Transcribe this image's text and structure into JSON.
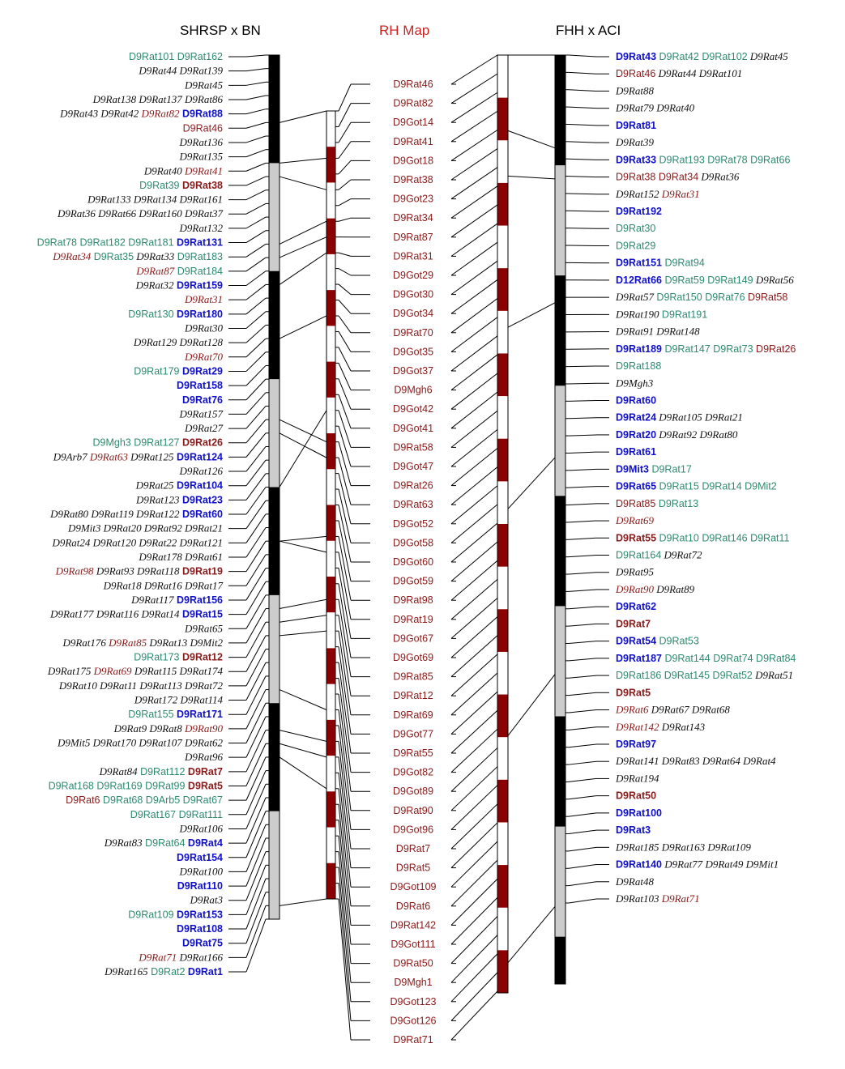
{
  "colors": {
    "green": "#2e8b6e",
    "red": "#8b1a1a",
    "blue": "#1010cc",
    "black": "#111111",
    "band_dark": "#000000",
    "band_light": "#cccccc",
    "rh_band": "#8b0000",
    "title_red": "#cc2222"
  },
  "titles": {
    "left": "SHRSP x BN",
    "center": "RH Map",
    "right": "FHH x ACI"
  },
  "left_chrom": {
    "bands": [
      "d",
      "d",
      "d",
      "d",
      "d",
      "d",
      "d",
      "d",
      "l",
      "l",
      "l",
      "l",
      "l",
      "l",
      "l",
      "l",
      "d",
      "d",
      "d",
      "d",
      "d",
      "d",
      "d",
      "d",
      "l",
      "l",
      "l",
      "l",
      "l",
      "l",
      "l",
      "l",
      "d",
      "d",
      "d",
      "d",
      "d",
      "d",
      "d",
      "d",
      "l",
      "l",
      "l",
      "l",
      "l",
      "l",
      "l",
      "l",
      "d",
      "d",
      "d",
      "d",
      "d",
      "d",
      "d",
      "d",
      "l",
      "l",
      "l",
      "l",
      "l",
      "l",
      "l",
      "l"
    ]
  },
  "left_markers": [
    [
      [
        "D9Rat101",
        "g"
      ],
      [
        "D9Rat162",
        "g"
      ]
    ],
    [
      [
        "D9Rat44",
        "i"
      ],
      [
        "D9Rat139",
        "i"
      ]
    ],
    [
      [
        "D9Rat45",
        "i"
      ]
    ],
    [
      [
        "D9Rat138",
        "i"
      ],
      [
        "D9Rat137",
        "i"
      ],
      [
        "D9Rat86",
        "i"
      ]
    ],
    [
      [
        "D9Rat43",
        "i"
      ],
      [
        "D9Rat42",
        "i"
      ],
      [
        "D9Rat82",
        "ri"
      ],
      [
        "D9Rat88",
        "b"
      ]
    ],
    [
      [
        "D9Rat46",
        "r"
      ]
    ],
    [
      [
        "D9Rat136",
        "i"
      ]
    ],
    [
      [
        "D9Rat135",
        "i"
      ]
    ],
    [
      [
        "D9Rat40",
        "i"
      ],
      [
        "D9Rat41",
        "ri"
      ]
    ],
    [
      [
        "D9Rat39",
        "g"
      ],
      [
        "D9Rat38",
        "rb"
      ]
    ],
    [
      [
        "D9Rat133",
        "i"
      ],
      [
        "D9Rat134",
        "i"
      ],
      [
        "D9Rat161",
        "i"
      ]
    ],
    [
      [
        "D9Rat36",
        "i"
      ],
      [
        "D9Rat66",
        "i"
      ],
      [
        "D9Rat160",
        "i"
      ],
      [
        "D9Rat37",
        "i"
      ]
    ],
    [
      [
        "D9Rat132",
        "i"
      ]
    ],
    [
      [
        "D9Rat78",
        "g"
      ],
      [
        "D9Rat182",
        "g"
      ],
      [
        "D9Rat181",
        "g"
      ],
      [
        "D9Rat131",
        "b"
      ]
    ],
    [
      [
        "D9Rat34",
        "ri"
      ],
      [
        "D9Rat35",
        "g"
      ],
      [
        "D9Rat33",
        "i"
      ],
      [
        "D9Rat183",
        "g"
      ]
    ],
    [
      [
        "D9Rat87",
        "ri"
      ],
      [
        "D9Rat184",
        "g"
      ]
    ],
    [
      [
        "D9Rat32",
        "i"
      ],
      [
        "D9Rat159",
        "b"
      ]
    ],
    [
      [
        "D9Rat31",
        "ri"
      ]
    ],
    [
      [
        "D9Rat130",
        "g"
      ],
      [
        "D9Rat180",
        "b"
      ]
    ],
    [
      [
        "D9Rat30",
        "i"
      ]
    ],
    [
      [
        "D9Rat129",
        "i"
      ],
      [
        "D9Rat128",
        "i"
      ]
    ],
    [
      [
        "D9Rat70",
        "ri"
      ]
    ],
    [
      [
        "D9Rat179",
        "g"
      ],
      [
        "D9Rat29",
        "b"
      ]
    ],
    [
      [
        "D9Rat158",
        "b"
      ]
    ],
    [
      [
        "D9Rat76",
        "b"
      ]
    ],
    [
      [
        "D9Rat157",
        "i"
      ]
    ],
    [
      [
        "D9Rat27",
        "i"
      ]
    ],
    [
      [
        "D9Mgh3",
        "g"
      ],
      [
        "D9Rat127",
        "g"
      ],
      [
        "D9Rat26",
        "rb"
      ]
    ],
    [
      [
        "D9Arb7",
        "i"
      ],
      [
        "D9Rat63",
        "ri"
      ],
      [
        "D9Rat125",
        "i"
      ],
      [
        "D9Rat124",
        "b"
      ]
    ],
    [
      [
        "D9Rat126",
        "i"
      ]
    ],
    [
      [
        "D9Rat25",
        "i"
      ],
      [
        "D9Rat104",
        "b"
      ]
    ],
    [
      [
        "D9Rat123",
        "i"
      ],
      [
        "D9Rat23",
        "b"
      ]
    ],
    [
      [
        "D9Rat80",
        "i"
      ],
      [
        "D9Rat119",
        "i"
      ],
      [
        "D9Rat122",
        "i"
      ],
      [
        "D9Rat60",
        "b"
      ]
    ],
    [
      [
        "D9Mit3",
        "i"
      ],
      [
        "D9Rat20",
        "i"
      ],
      [
        "D9Rat92",
        "i"
      ],
      [
        "D9Rat21",
        "i"
      ]
    ],
    [
      [
        "D9Rat24",
        "i"
      ],
      [
        "D9Rat120",
        "i"
      ],
      [
        "D9Rat22",
        "i"
      ],
      [
        "D9Rat121",
        "i"
      ]
    ],
    [
      [
        "D9Rat178",
        "i"
      ],
      [
        "D9Rat61",
        "i"
      ]
    ],
    [
      [
        "D9Rat98",
        "ri"
      ],
      [
        "D9Rat93",
        "i"
      ],
      [
        "D9Rat118",
        "i"
      ],
      [
        "D9Rat19",
        "rb"
      ]
    ],
    [
      [
        "D9Rat18",
        "i"
      ],
      [
        "D9Rat16",
        "i"
      ],
      [
        "D9Rat17",
        "i"
      ]
    ],
    [
      [
        "D9Rat117",
        "i"
      ],
      [
        "D9Rat156",
        "b"
      ]
    ],
    [
      [
        "D9Rat177",
        "i"
      ],
      [
        "D9Rat116",
        "i"
      ],
      [
        "D9Rat14",
        "i"
      ],
      [
        "D9Rat15",
        "b"
      ]
    ],
    [
      [
        "D9Rat65",
        "i"
      ]
    ],
    [
      [
        "D9Rat176",
        "i"
      ],
      [
        "D9Rat85",
        "ri"
      ],
      [
        "D9Rat13",
        "i"
      ],
      [
        "D9Mit2",
        "i"
      ]
    ],
    [
      [
        "D9Rat173",
        "g"
      ],
      [
        "D9Rat12",
        "rb"
      ]
    ],
    [
      [
        "D9Rat175",
        "i"
      ],
      [
        "D9Rat69",
        "ri"
      ],
      [
        "D9Rat115",
        "i"
      ],
      [
        "D9Rat174",
        "i"
      ]
    ],
    [
      [
        "D9Rat10",
        "i"
      ],
      [
        "D9Rat11",
        "i"
      ],
      [
        "D9Rat113",
        "i"
      ],
      [
        "D9Rat72",
        "i"
      ]
    ],
    [
      [
        "D9Rat172",
        "i"
      ],
      [
        "D9Rat114",
        "i"
      ]
    ],
    [
      [
        "D9Rat155",
        "g"
      ],
      [
        "D9Rat171",
        "b"
      ]
    ],
    [
      [
        "D9Rat9",
        "i"
      ],
      [
        "D9Rat8",
        "i"
      ],
      [
        "D9Rat90",
        "ri"
      ]
    ],
    [
      [
        "D9Mit5",
        "i"
      ],
      [
        "D9Rat170",
        "i"
      ],
      [
        "D9Rat107",
        "i"
      ],
      [
        "D9Rat62",
        "i"
      ]
    ],
    [
      [
        "D9Rat96",
        "i"
      ]
    ],
    [
      [
        "D9Rat84",
        "i"
      ],
      [
        "D9Rat112",
        "g"
      ],
      [
        "D9Rat7",
        "rb"
      ]
    ],
    [
      [
        "D9Rat168",
        "g"
      ],
      [
        "D9Rat169",
        "g"
      ],
      [
        "D9Rat99",
        "g"
      ],
      [
        "D9Rat5",
        "rb"
      ]
    ],
    [
      [
        "D9Rat6",
        "r"
      ],
      [
        "D9Rat68",
        "g"
      ],
      [
        "D9Arb5",
        "g"
      ],
      [
        "D9Rat67",
        "g"
      ]
    ],
    [
      [
        "D9Rat167",
        "g"
      ],
      [
        "D9Rat111",
        "g"
      ]
    ],
    [
      [
        "D9Rat106",
        "i"
      ]
    ],
    [
      [
        "D9Rat83",
        "i"
      ],
      [
        "D9Rat64",
        "g"
      ],
      [
        "D9Rat4",
        "b"
      ]
    ],
    [
      [
        "D9Rat154",
        "b"
      ]
    ],
    [
      [
        "D9Rat100",
        "i"
      ]
    ],
    [
      [
        "D9Rat110",
        "b"
      ]
    ],
    [
      [
        "D9Rat3",
        "i"
      ]
    ],
    [
      [
        "D9Rat109",
        "g"
      ],
      [
        "D9Rat153",
        "b"
      ]
    ],
    [
      [
        "D9Rat108",
        "b"
      ]
    ],
    [
      [
        "D9Rat75",
        "b"
      ]
    ],
    [
      [
        "D9Rat71",
        "ri"
      ],
      [
        "D9Rat166",
        "i"
      ]
    ],
    [
      [
        "D9Rat165",
        "i"
      ],
      [
        "D9Rat2",
        "g"
      ],
      [
        "D9Rat1",
        "b"
      ]
    ]
  ],
  "rh_markers": [
    "D9Rat46",
    "D9Rat82",
    "D9Got14",
    "D9Rat41",
    "D9Got18",
    "D9Rat38",
    "D9Got23",
    "D9Rat34",
    "D9Rat87",
    "D9Rat31",
    "D9Got29",
    "D9Got30",
    "D9Got34",
    "D9Rat70",
    "D9Got35",
    "D9Got37",
    "D9Mgh6",
    "D9Got42",
    "D9Got41",
    "D9Rat58",
    "D9Got47",
    "D9Rat26",
    "D9Rat63",
    "D9Got52",
    "D9Got58",
    "D9Got60",
    "D9Got59",
    "D9Rat98",
    "D9Rat19",
    "D9Got67",
    "D9Got69",
    "D9Rat85",
    "D9Rat12",
    "D9Rat69",
    "D9Got77",
    "D9Rat55",
    "D9Got82",
    "D9Got89",
    "D9Rat90",
    "D9Got96",
    "D9Rat7",
    "D9Rat5",
    "D9Got109",
    "D9Rat6",
    "D9Rat142",
    "D9Got111",
    "D9Rat50",
    "D9Mgh1",
    "D9Got123",
    "D9Got126",
    "D9Rat71"
  ],
  "right_markers": [
    [
      [
        "D9Rat43",
        "b"
      ],
      [
        "D9Rat42",
        "g"
      ],
      [
        "D9Rat102",
        "g"
      ],
      [
        "D9Rat45",
        "i"
      ]
    ],
    [
      [
        "D9Rat46",
        "r"
      ],
      [
        "D9Rat44",
        "i"
      ],
      [
        "D9Rat101",
        "i"
      ]
    ],
    [
      [
        "D9Rat88",
        "i"
      ]
    ],
    [
      [
        "D9Rat79",
        "i"
      ],
      [
        "D9Rat40",
        "i"
      ]
    ],
    [
      [
        "D9Rat81",
        "b"
      ]
    ],
    [
      [
        "D9Rat39",
        "i"
      ]
    ],
    [
      [
        "D9Rat33",
        "b"
      ],
      [
        "D9Rat193",
        "g"
      ],
      [
        "D9Rat78",
        "g"
      ],
      [
        "D9Rat66",
        "g"
      ]
    ],
    [
      [
        "D9Rat38",
        "r"
      ],
      [
        "D9Rat34",
        "r"
      ],
      [
        "D9Rat36",
        "i"
      ]
    ],
    [
      [
        "D9Rat152",
        "i"
      ],
      [
        "D9Rat31",
        "ri"
      ]
    ],
    [
      [
        "D9Rat192",
        "b"
      ]
    ],
    [
      [
        "D9Rat30",
        "g"
      ]
    ],
    [
      [
        "D9Rat29",
        "g"
      ]
    ],
    [
      [
        "D9Rat151",
        "b"
      ],
      [
        "D9Rat94",
        "g"
      ]
    ],
    [
      [
        "D12Rat66",
        "b"
      ],
      [
        "D9Rat59",
        "g"
      ],
      [
        "D9Rat149",
        "g"
      ],
      [
        "D9Rat56",
        "i"
      ]
    ],
    [
      [
        "D9Rat57",
        "i"
      ],
      [
        "D9Rat150",
        "g"
      ],
      [
        "D9Rat76",
        "g"
      ],
      [
        "D9Rat58",
        "r"
      ]
    ],
    [
      [
        "D9Rat190",
        "i"
      ],
      [
        "D9Rat191",
        "g"
      ]
    ],
    [
      [
        "D9Rat91",
        "i"
      ],
      [
        "D9Rat148",
        "i"
      ]
    ],
    [
      [
        "D9Rat189",
        "b"
      ],
      [
        "D9Rat147",
        "g"
      ],
      [
        "D9Rat73",
        "g"
      ],
      [
        "D9Rat26",
        "r"
      ]
    ],
    [
      [
        "D9Rat188",
        "g"
      ]
    ],
    [
      [
        "D9Mgh3",
        "i"
      ]
    ],
    [
      [
        "D9Rat60",
        "b"
      ]
    ],
    [
      [
        "D9Rat24",
        "b"
      ],
      [
        "D9Rat105",
        "i"
      ],
      [
        "D9Rat21",
        "i"
      ]
    ],
    [
      [
        "D9Rat20",
        "b"
      ],
      [
        "D9Rat92",
        "i"
      ],
      [
        "D9Rat80",
        "i"
      ]
    ],
    [
      [
        "D9Rat61",
        "b"
      ]
    ],
    [
      [
        "D9Mit3",
        "b"
      ],
      [
        "D9Rat17",
        "g"
      ]
    ],
    [
      [
        "D9Rat65",
        "b"
      ],
      [
        "D9Rat15",
        "g"
      ],
      [
        "D9Rat14",
        "g"
      ],
      [
        "D9Mit2",
        "g"
      ]
    ],
    [
      [
        "D9Rat85",
        "r"
      ],
      [
        "D9Rat13",
        "g"
      ]
    ],
    [
      [
        "D9Rat69",
        "ri"
      ]
    ],
    [
      [
        "D9Rat55",
        "rb"
      ],
      [
        "D9Rat10",
        "g"
      ],
      [
        "D9Rat146",
        "g"
      ],
      [
        "D9Rat11",
        "g"
      ]
    ],
    [
      [
        "D9Rat164",
        "g"
      ],
      [
        "D9Rat72",
        "i"
      ]
    ],
    [
      [
        "D9Rat95",
        "i"
      ]
    ],
    [
      [
        "D9Rat90",
        "ri"
      ],
      [
        "D9Rat89",
        "i"
      ]
    ],
    [
      [
        "D9Rat62",
        "b"
      ]
    ],
    [
      [
        "D9Rat7",
        "rb"
      ]
    ],
    [
      [
        "D9Rat54",
        "b"
      ],
      [
        "D9Rat53",
        "g"
      ]
    ],
    [
      [
        "D9Rat187",
        "b"
      ],
      [
        "D9Rat144",
        "g"
      ],
      [
        "D9Rat74",
        "g"
      ],
      [
        "D9Rat84",
        "g"
      ]
    ],
    [
      [
        "D9Rat186",
        "g"
      ],
      [
        "D9Rat145",
        "g"
      ],
      [
        "D9Rat52",
        "g"
      ],
      [
        "D9Rat51",
        "i"
      ]
    ],
    [
      [
        "D9Rat5",
        "rb"
      ]
    ],
    [
      [
        "D9Rat6",
        "ri"
      ],
      [
        "D9Rat67",
        "i"
      ],
      [
        "D9Rat68",
        "i"
      ]
    ],
    [
      [
        "D9Rat142",
        "ri"
      ],
      [
        "D9Rat143",
        "i"
      ]
    ],
    [
      [
        "D9Rat97",
        "b"
      ]
    ],
    [
      [
        "D9Rat141",
        "i"
      ],
      [
        "D9Rat83",
        "i"
      ],
      [
        "D9Rat64",
        "i"
      ],
      [
        "D9Rat4",
        "i"
      ]
    ],
    [
      [
        "D9Rat194",
        "i"
      ]
    ],
    [
      [
        "D9Rat50",
        "rb"
      ]
    ],
    [
      [
        "D9Rat100",
        "b"
      ]
    ],
    [
      [
        "D9Rat3",
        "b"
      ]
    ],
    [
      [
        "D9Rat185",
        "i"
      ],
      [
        "D9Rat163",
        "i"
      ],
      [
        "D9Rat109",
        "i"
      ]
    ],
    [
      [
        "D9Rat140",
        "b"
      ],
      [
        "D9Rat77",
        "i"
      ],
      [
        "D9Rat49",
        "i"
      ],
      [
        "D9Mit1",
        "i"
      ]
    ],
    [
      [
        "D9Rat48",
        "i"
      ]
    ],
    [
      [
        "D9Rat103",
        "i"
      ],
      [
        "D9Rat71",
        "ri"
      ]
    ]
  ]
}
